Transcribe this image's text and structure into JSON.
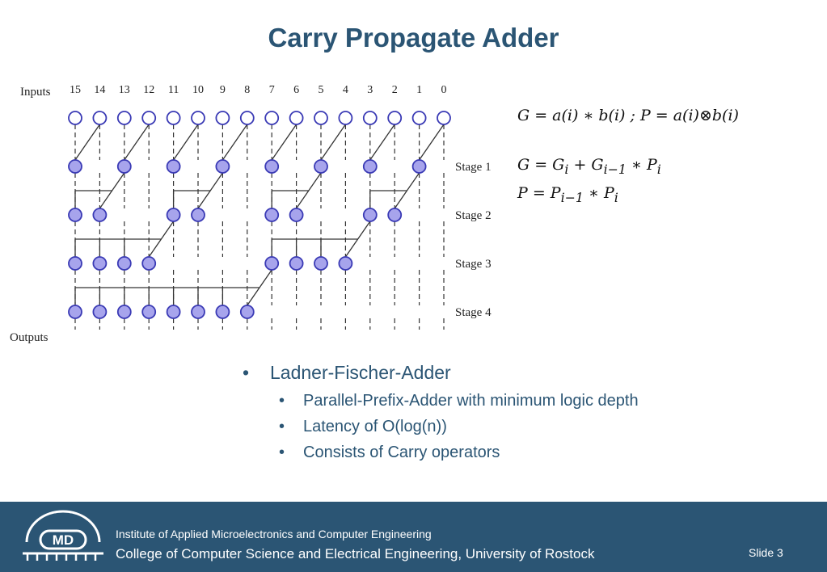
{
  "slide": {
    "title": "Carry Propagate Adder"
  },
  "diagram": {
    "inputs_label": "Inputs",
    "outputs_label": "Outputs",
    "bits": [
      "15",
      "14",
      "13",
      "12",
      "11",
      "10",
      "9",
      "8",
      "7",
      "6",
      "5",
      "4",
      "3",
      "2",
      "1",
      "0"
    ],
    "stages": [
      "Stage 1",
      "Stage 2",
      "Stage 3",
      "Stage 4"
    ],
    "colors": {
      "node_fill": "#a7a4ec",
      "node_stroke": "#3a3ab5",
      "wire": "#333333"
    }
  },
  "equations": {
    "eq1": "G = a(i) ∗ b(i) ; P = a(i)⊗b(i)",
    "eq2_main": "G = G",
    "eq2_sub1": "i",
    "eq2_mid": " + G",
    "eq2_sub2": "i−1",
    "eq2_tail": " ∗ P",
    "eq2_sub3": "i",
    "eq3_main": "P =  P",
    "eq3_sub1": "i−1",
    "eq3_tail": " ∗ P",
    "eq3_sub2": "i"
  },
  "bullets": {
    "main": "Ladner-Fischer-Adder",
    "subs": [
      "Parallel-Prefix-Adder with minimum logic depth",
      "Latency of O(log(n))",
      "Consists of Carry operators"
    ]
  },
  "footer": {
    "logo_text": "MD",
    "line1": "Institute of Applied Microelectronics and Computer Engineering",
    "line2": "College of Computer Science and Electrical Engineering, University of Rostock",
    "slide_number": "Slide 3"
  }
}
